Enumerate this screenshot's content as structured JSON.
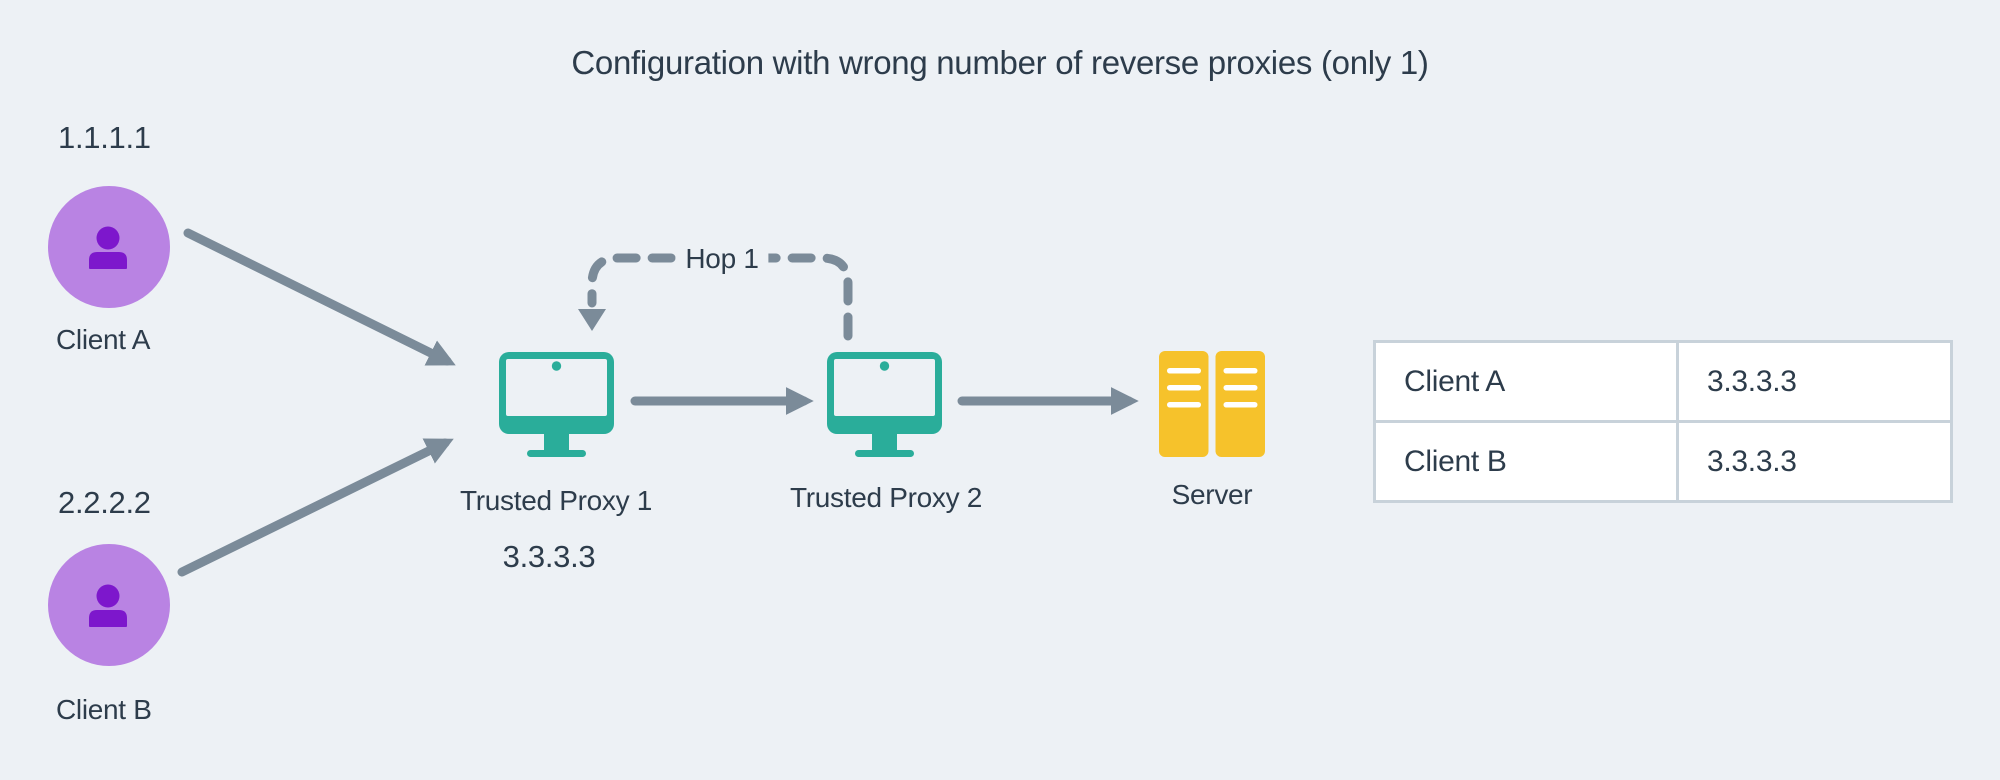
{
  "title": "Configuration with wrong number of reverse proxies (only 1)",
  "clients": [
    {
      "ip": "1.1.1.1",
      "label": "Client A"
    },
    {
      "ip": "2.2.2.2",
      "label": "Client B"
    }
  ],
  "proxies": [
    {
      "label": "Trusted Proxy 1",
      "ip": "3.3.3.3"
    },
    {
      "label": "Trusted Proxy 2"
    }
  ],
  "hop": {
    "label": "Hop 1"
  },
  "server": {
    "label": "Server"
  },
  "ip_table": {
    "rows": [
      {
        "client": "Client A",
        "ip": "3.3.3.3"
      },
      {
        "client": "Client B",
        "ip": "3.3.3.3"
      }
    ]
  },
  "colors": {
    "background": "#edf1f5",
    "text": "#2d3c4b",
    "arrow": "#7b8b99",
    "client_circle": "#b983e3",
    "client_person": "#7d17cc",
    "proxy_teal": "#2aad9a",
    "server_yellow": "#f6c22b",
    "table_border": "#c8d2da",
    "table_cell_bg": "#ffffff"
  }
}
